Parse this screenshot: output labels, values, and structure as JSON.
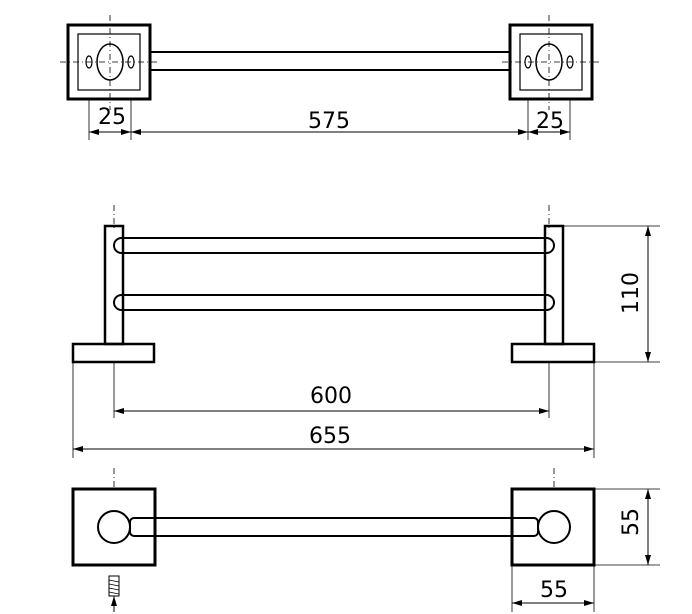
{
  "dimensions": {
    "top_left_offset": "25",
    "top_span": "575",
    "top_right_offset": "25",
    "height": "110",
    "inner_width": "600",
    "overall_width": "655",
    "mount_height": "55",
    "mount_width": "55"
  }
}
